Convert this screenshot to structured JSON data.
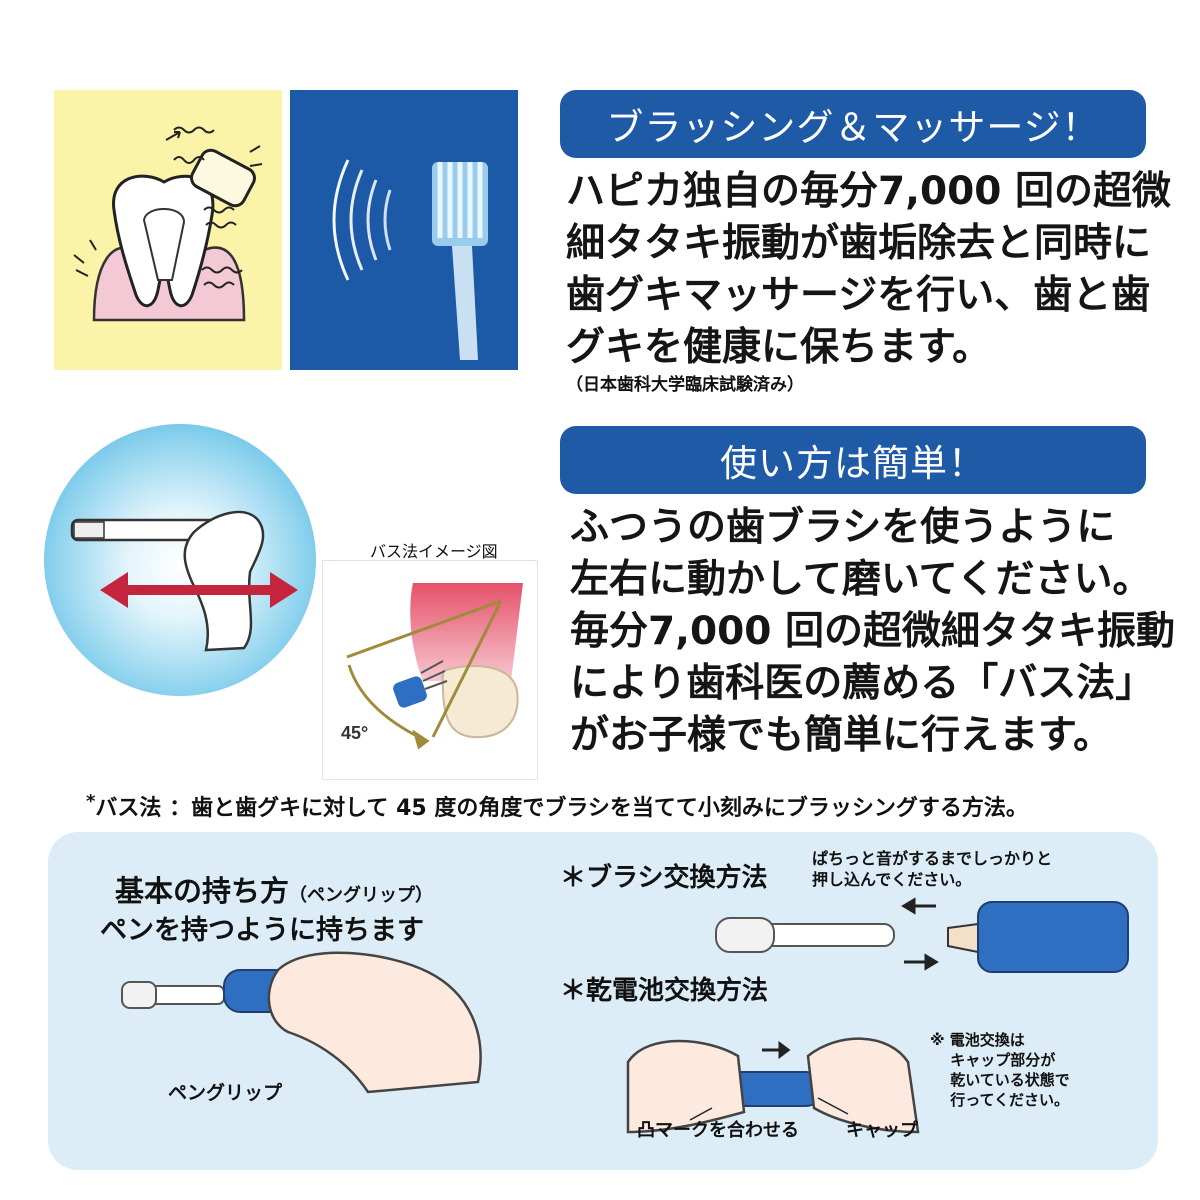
{
  "brushing": {
    "banner": "ブラッシング＆マッサージ！",
    "lines": [
      "ハピカ独自の毎分7,000 回の超微",
      "細タタキ振動が歯垢除去と同時に",
      "歯グキマッサージを行い、歯と歯",
      "グキを健康に保ちます。"
    ],
    "note": "（日本歯科大学臨床試験済み）"
  },
  "easy": {
    "banner": "使い方は簡単！",
    "lines": [
      "ふつうの歯ブラシを使うように",
      "左右に動かして磨いてください。",
      "毎分7,000 回の超微細タタキ振動",
      "により歯科医の薦める「バス法」",
      "がお子様でも簡単に行えます。"
    ]
  },
  "bass_image": {
    "caption": "バス法イメージ図",
    "angle": "45°"
  },
  "bass_footnote": {
    "star": "*",
    "text": "バス法 ：歯と歯グキに対して 45 度の角度でブラシを当てて小刻みにブラッシングする方法。"
  },
  "grip": {
    "title": "基本の持ち方",
    "title_sub": "（ペングリップ）",
    "desc": "ペンを持つように持ちます",
    "label": "ペングリップ"
  },
  "brush_change": {
    "title": "＊ブラシ交換方法",
    "note_lines": [
      "ぱちっと音がするまでしっかりと",
      "押し込んでください。"
    ]
  },
  "battery_change": {
    "title": "＊乾電池交換方法",
    "note_lines": [
      "※ 電池交換は",
      "　 キャップ部分が",
      "　 乾いている状態で",
      "　 行ってください。"
    ],
    "label_mark": "凸マークを合わせる",
    "label_cap": "キャップ"
  },
  "colors": {
    "banner_blue": "#1f5aa6",
    "brush_panel_blue": "#1c5aa8",
    "tooth_panel_yellow": "#fbf3a7",
    "panel_light_blue": "#dcedf8",
    "handle_blue": "#2e6fc2",
    "arrow_red": "#c5243d"
  }
}
